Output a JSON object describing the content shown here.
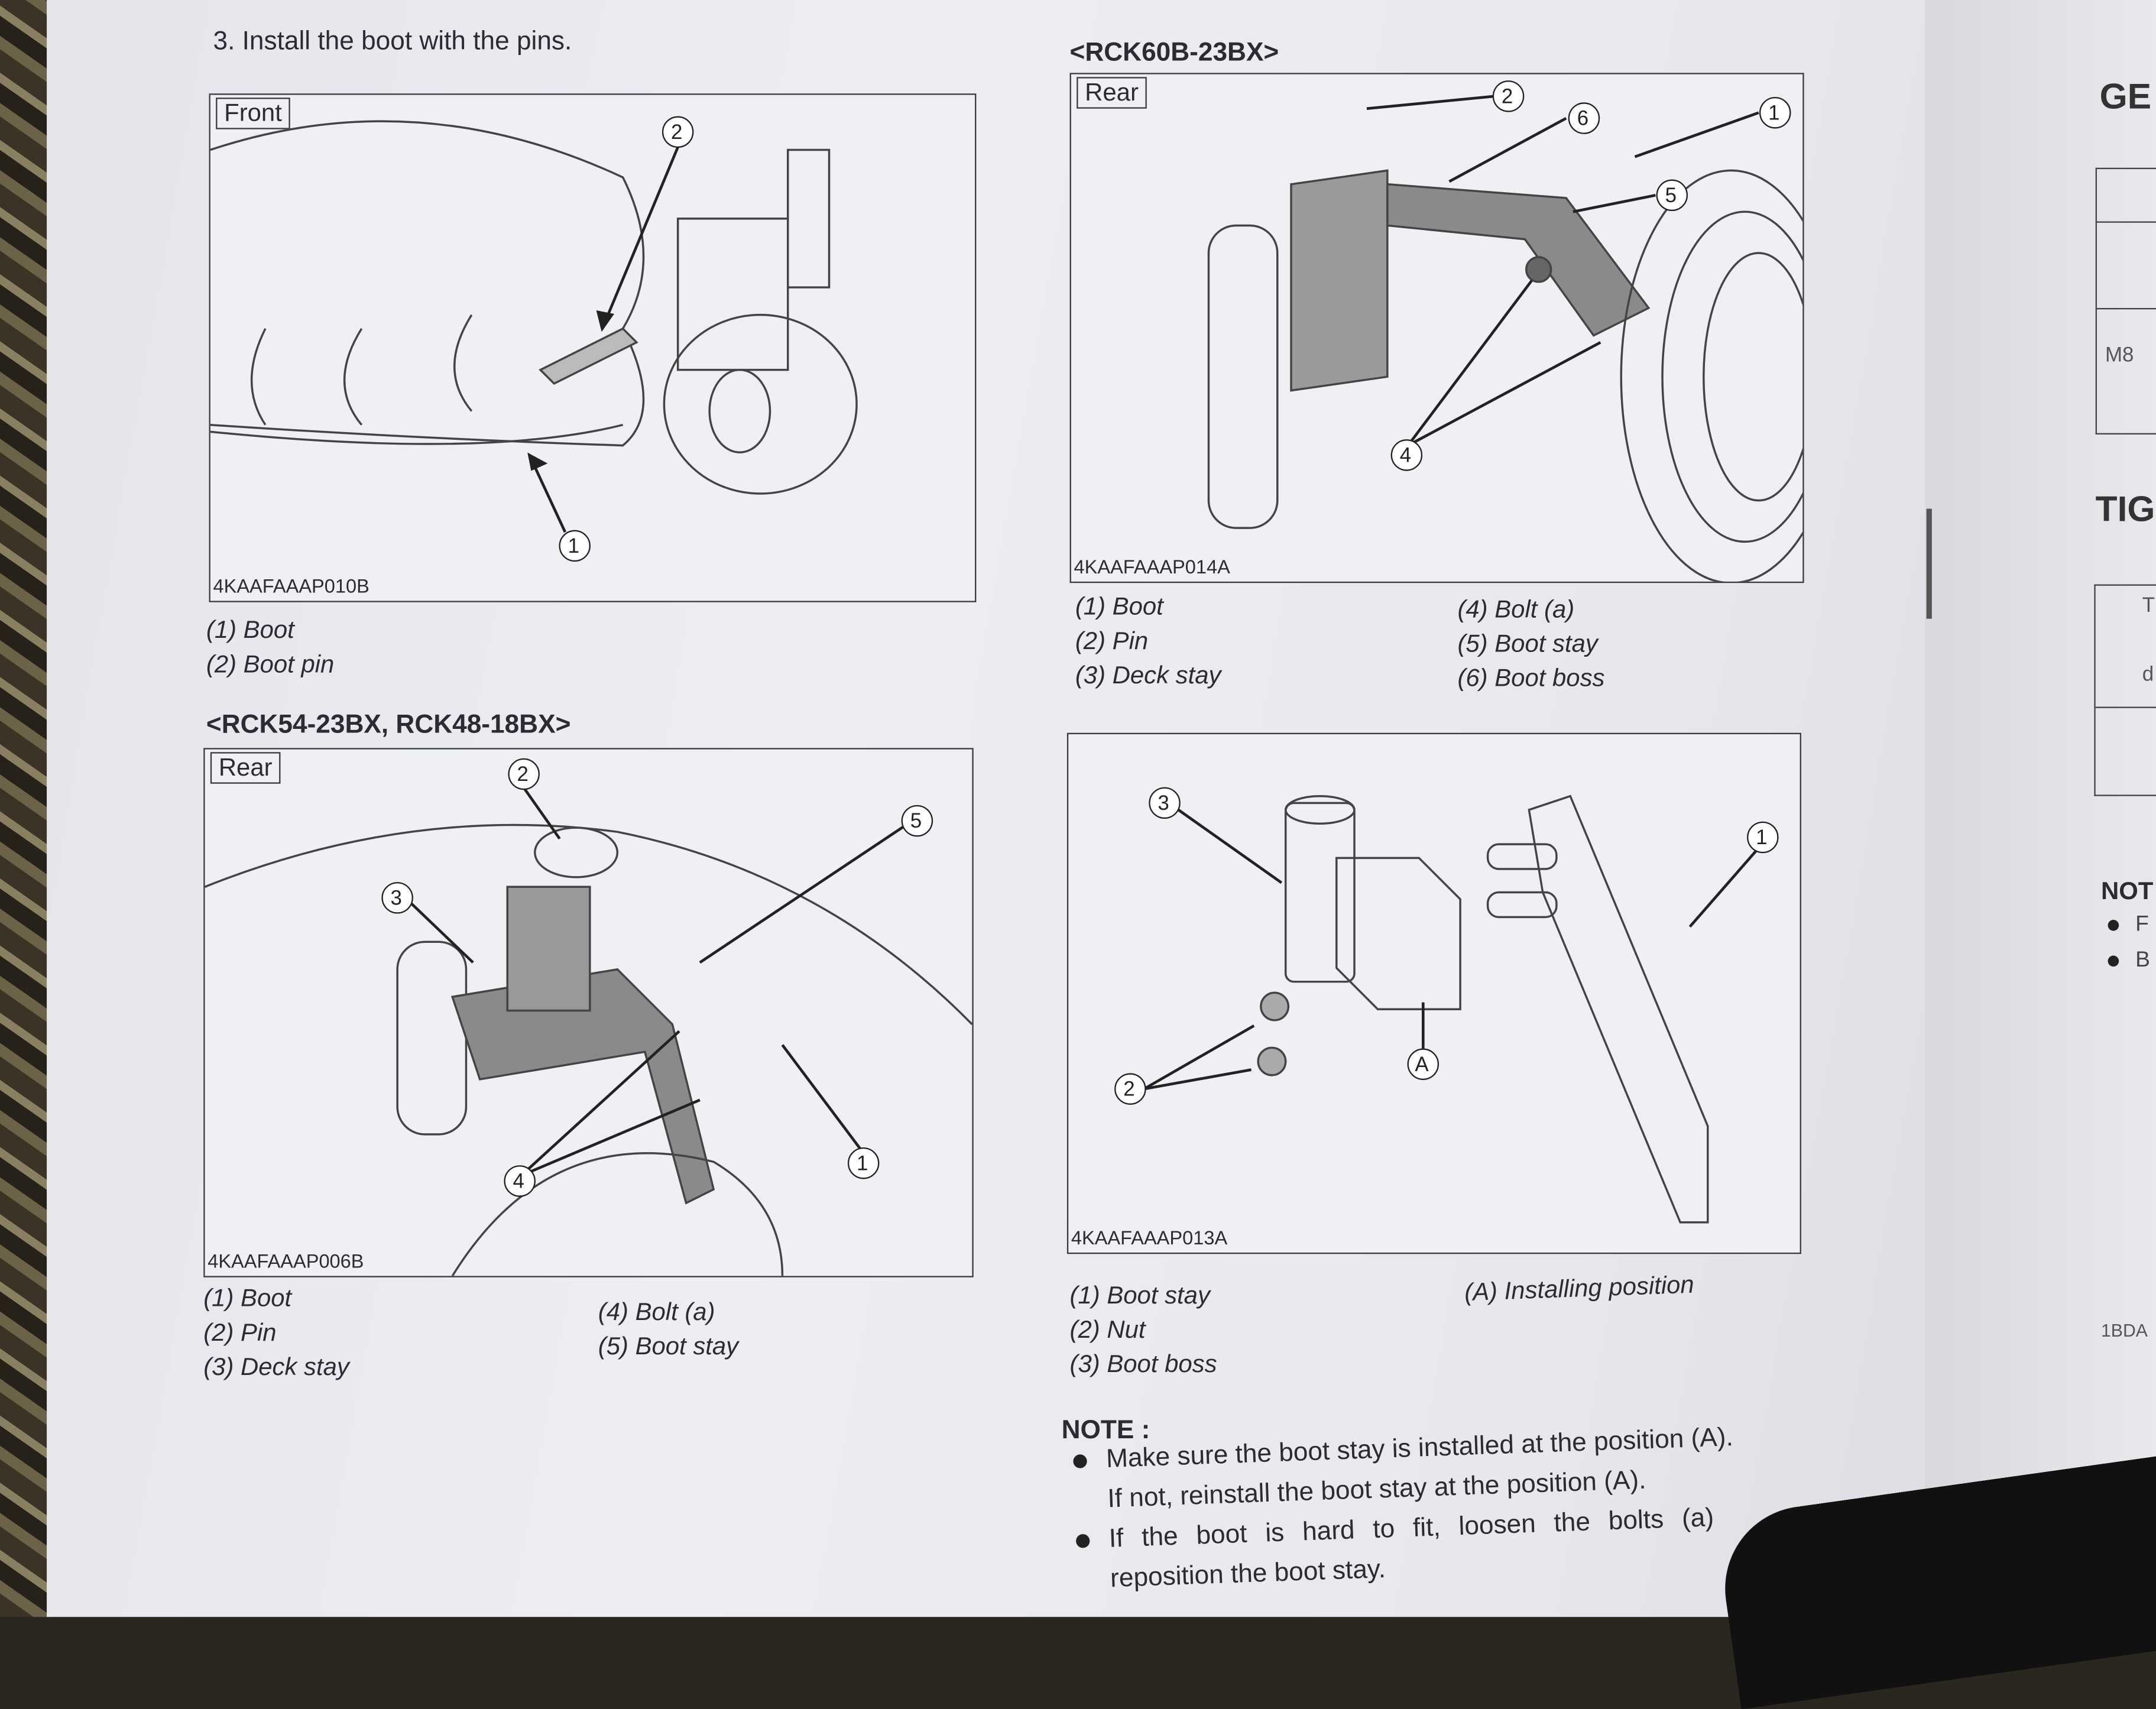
{
  "step": "3.  Install the boot with the pins.",
  "figures": [
    {
      "tag": "Front",
      "code": "4KAAFAAAP010B",
      "captions_left": [
        "(1) Boot",
        "(2) Boot pin"
      ],
      "captions_right": []
    },
    {
      "heading": "<RCK60B-23BX>",
      "tag": "Rear",
      "code": "4KAAFAAAP014A",
      "captions_left": [
        "(1) Boot",
        "(2) Pin",
        "(3) Deck stay"
      ],
      "captions_right": [
        "(4) Bolt (a)",
        "(5) Boot stay",
        "(6) Boot boss"
      ]
    },
    {
      "heading": "<RCK54-23BX, RCK48-18BX>",
      "tag": "Rear",
      "code": "4KAAFAAAP006B",
      "captions_left": [
        "(1) Boot",
        "(2) Pin",
        "(3) Deck stay"
      ],
      "captions_right": [
        "(4) Bolt (a)",
        "(5) Boot stay"
      ]
    },
    {
      "code": "4KAAFAAAP013A",
      "captions_left": [
        "(1) Boot stay",
        "(2) Nut",
        "(3) Boot boss"
      ],
      "captions_right": [
        "(A) Installing position"
      ]
    }
  ],
  "callouts": {
    "c1": "1",
    "c2": "2",
    "c3": "3",
    "c4": "4",
    "c5": "5",
    "c6": "6",
    "cA": "A"
  },
  "note": {
    "title": "NOTE :",
    "bullets": [
      [
        "Make sure the boot stay is installed at the position (A).",
        "If not, reinstall the boot stay at the position (A)."
      ],
      [
        "If the boot is hard to fit, loosen the bolts (a)",
        "reposition the boot stay."
      ]
    ]
  },
  "right_page": {
    "h1": "GE",
    "cell": "M8",
    "h2": "TIG",
    "cell2": "T",
    "cell3": "d",
    "note": "NOT",
    "b1": "F",
    "b2": "B",
    "code": "1BDA"
  }
}
